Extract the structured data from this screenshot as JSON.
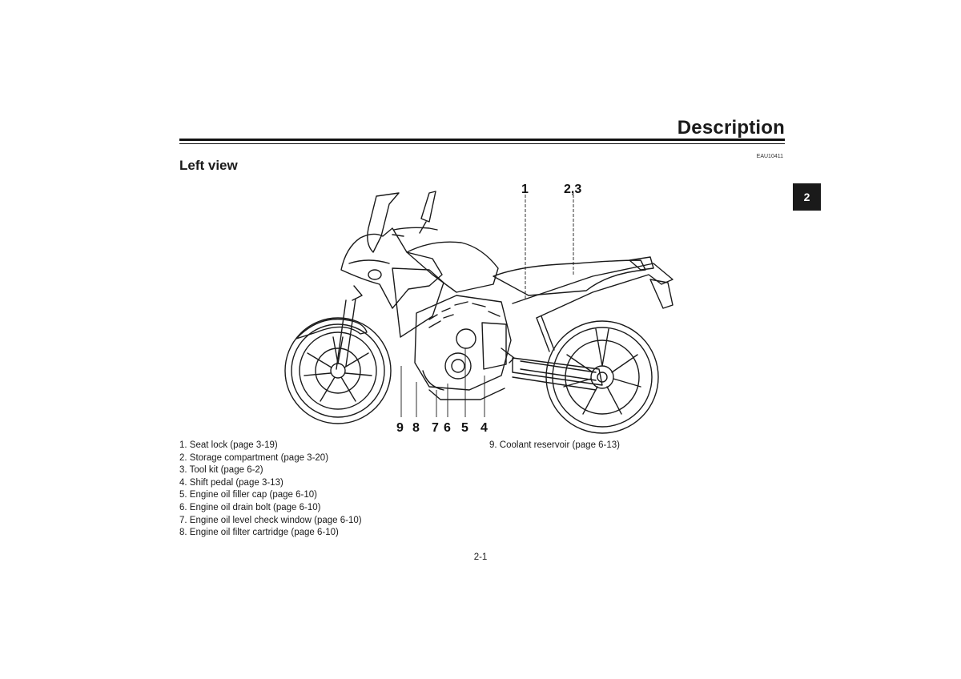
{
  "header": {
    "section_title": "Description",
    "doc_code": "EAU10411"
  },
  "page_heading": "Left view",
  "chapter_tab": "2",
  "figure": {
    "callouts": [
      "1",
      "2,3",
      "9",
      "8",
      "7",
      "6",
      "5",
      "4"
    ]
  },
  "legend": {
    "items": [
      {
        "num": "1.",
        "text": "Seat lock (page 3-19)"
      },
      {
        "num": "2.",
        "text": "Storage compartment (page 3-20)"
      },
      {
        "num": "3.",
        "text": "Tool kit (page 6-2)"
      },
      {
        "num": "4.",
        "text": "Shift pedal (page 3-13)"
      },
      {
        "num": "5.",
        "text": "Engine oil filler cap (page 6-10)"
      },
      {
        "num": "6.",
        "text": "Engine oil drain bolt (page 6-10)"
      },
      {
        "num": "7.",
        "text": "Engine oil level check window (page 6-10)"
      },
      {
        "num": "8.",
        "text": "Engine oil filter cartridge (page 6-10)"
      },
      {
        "num": "9.",
        "text": "Coolant reservoir (page 6-13)"
      }
    ]
  },
  "footer": {
    "page_number": "2-1"
  }
}
